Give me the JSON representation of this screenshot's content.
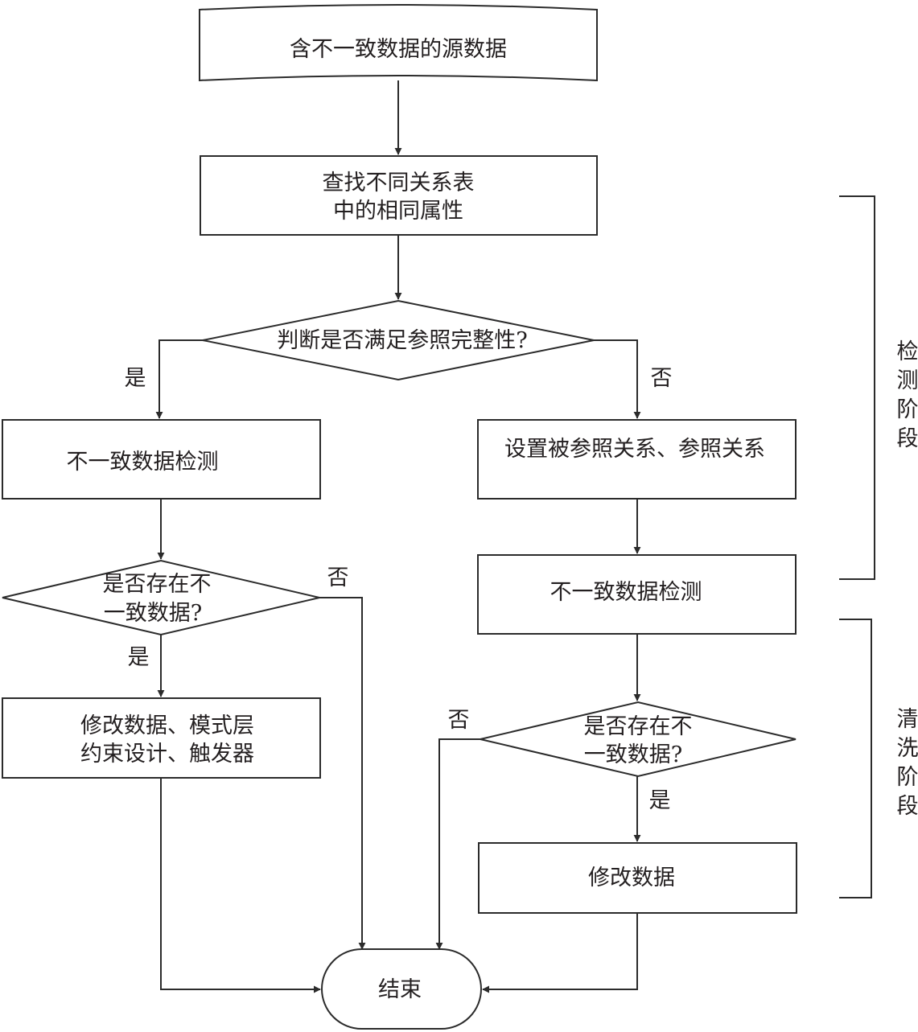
{
  "nodes": {
    "source_data": "含不一致数据的源数据",
    "find_attrs_line1": "查找不同关系表",
    "find_attrs_line2": "中的相同属性",
    "check_integrity": "判断是否满足参照完整性?",
    "detect_left": "不一致数据检测",
    "set_relations": "设置被参照关系、参照关系",
    "detect_right": "不一致数据检测",
    "exists_left_line1": "是否存在不",
    "exists_left_line2": "一致数据?",
    "exists_right_line1": "是否存在不",
    "exists_right_line2": "一致数据?",
    "modify_left_line1": "修改数据、模式层",
    "modify_left_line2": "约束设计、触发器",
    "modify_right": "修改数据",
    "end": "结束"
  },
  "edge_labels": {
    "integrity_yes": "是",
    "integrity_no": "否",
    "exists_left_no": "否",
    "exists_left_yes": "是",
    "exists_right_no": "否",
    "exists_right_yes": "是"
  },
  "phases": {
    "detection": "检测阶段",
    "cleaning": "清洗阶段"
  }
}
